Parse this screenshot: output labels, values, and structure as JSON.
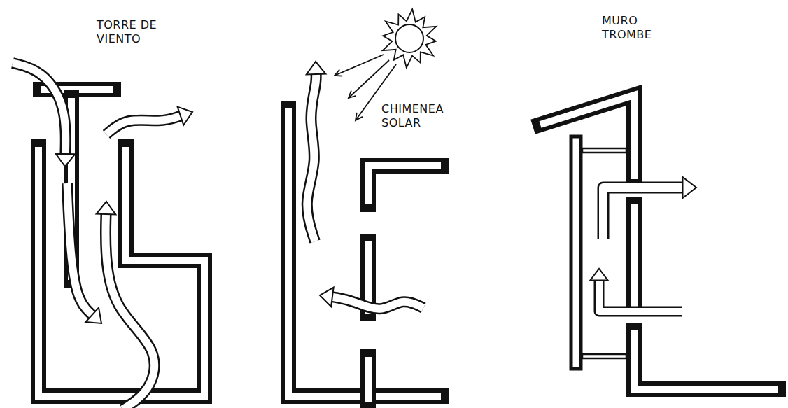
{
  "diagram": {
    "labels": [
      "TORRE DE VIENTO",
      "CHIMENEA SOLAR",
      "MURO TROMBE"
    ]
  }
}
